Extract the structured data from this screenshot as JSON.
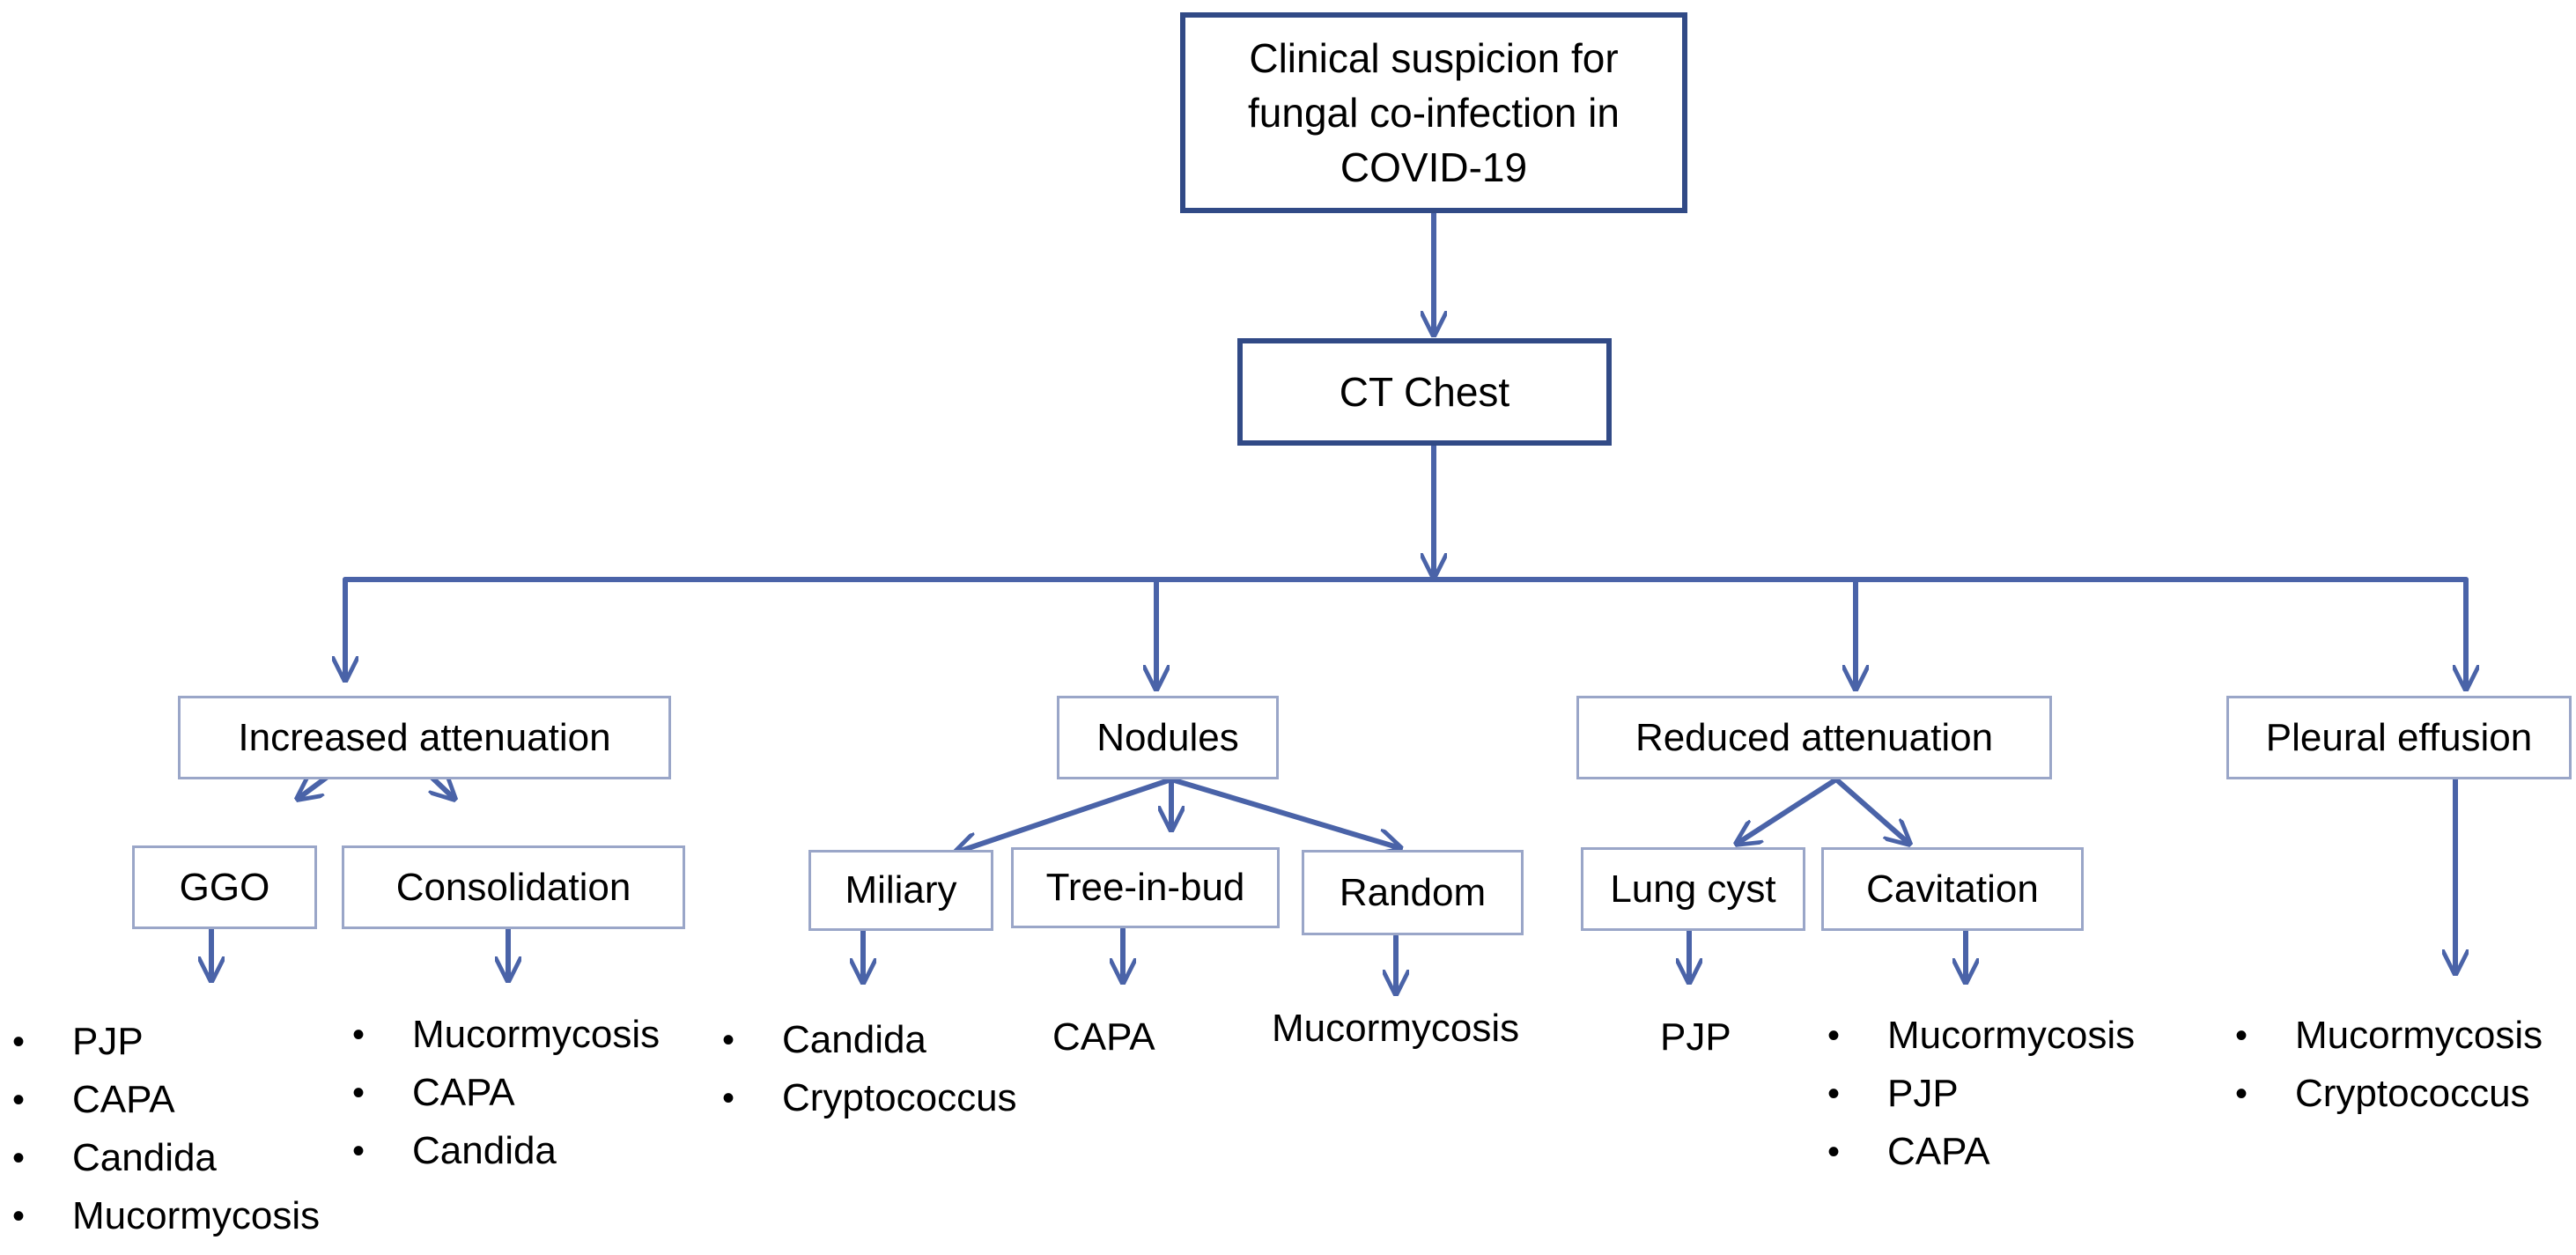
{
  "nodes": {
    "root": "Clinical suspicion for fungal co-infection in COVID-19",
    "ct": "CT Chest",
    "increased": "Increased attenuation",
    "nodules": "Nodules",
    "reduced": "Reduced attenuation",
    "pleural": "Pleural effusion",
    "ggo": "GGO",
    "consolidation": "Consolidation",
    "miliary": "Miliary",
    "tree": "Tree-in-bud",
    "random": "Random",
    "cyst": "Lung cyst",
    "cavitation": "Cavitation"
  },
  "outcomes": {
    "ggo": [
      "PJP",
      "CAPA",
      "Candida",
      "Mucormycosis"
    ],
    "consolidation": [
      "Mucormycosis",
      "CAPA",
      "Candida"
    ],
    "miliary": [
      "Candida",
      "Cryptococcus"
    ],
    "tree": "CAPA",
    "random": "Mucormycosis",
    "cyst": "PJP",
    "cavitation": [
      "Mucormycosis",
      "PJP",
      "CAPA"
    ],
    "pleural": [
      "Mucormycosis",
      "Cryptococcus"
    ]
  },
  "colors": {
    "line": "#4a63a8",
    "primary_border": "#314a86",
    "secondary_border": "#9aa6c8"
  }
}
